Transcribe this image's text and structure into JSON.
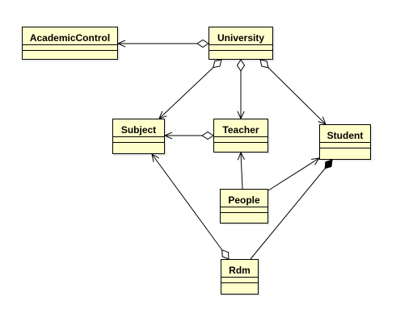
{
  "diagram": {
    "line_color": "#000000",
    "class_fill": "#ffffcc",
    "classes": [
      {
        "id": "academic-control",
        "label": "AcademicControl"
      },
      {
        "id": "university",
        "label": "University"
      },
      {
        "id": "subject",
        "label": "Subject"
      },
      {
        "id": "teacher",
        "label": "Teacher"
      },
      {
        "id": "student",
        "label": "Student"
      },
      {
        "id": "people",
        "label": "People"
      },
      {
        "id": "rdm",
        "label": "Rdm"
      }
    ],
    "relations": [
      {
        "from": "university",
        "to": "academic-control",
        "kind": "aggregation"
      },
      {
        "from": "university",
        "to": "subject",
        "kind": "aggregation"
      },
      {
        "from": "university",
        "to": "teacher",
        "kind": "aggregation"
      },
      {
        "from": "university",
        "to": "student",
        "kind": "aggregation"
      },
      {
        "from": "teacher",
        "to": "subject",
        "kind": "aggregation"
      },
      {
        "from": "people",
        "to": "teacher",
        "kind": "association"
      },
      {
        "from": "people",
        "to": "student",
        "kind": "association"
      },
      {
        "from": "rdm",
        "to": "subject",
        "kind": "aggregation"
      },
      {
        "from": "rdm",
        "to": "student",
        "kind": "composition"
      }
    ]
  }
}
